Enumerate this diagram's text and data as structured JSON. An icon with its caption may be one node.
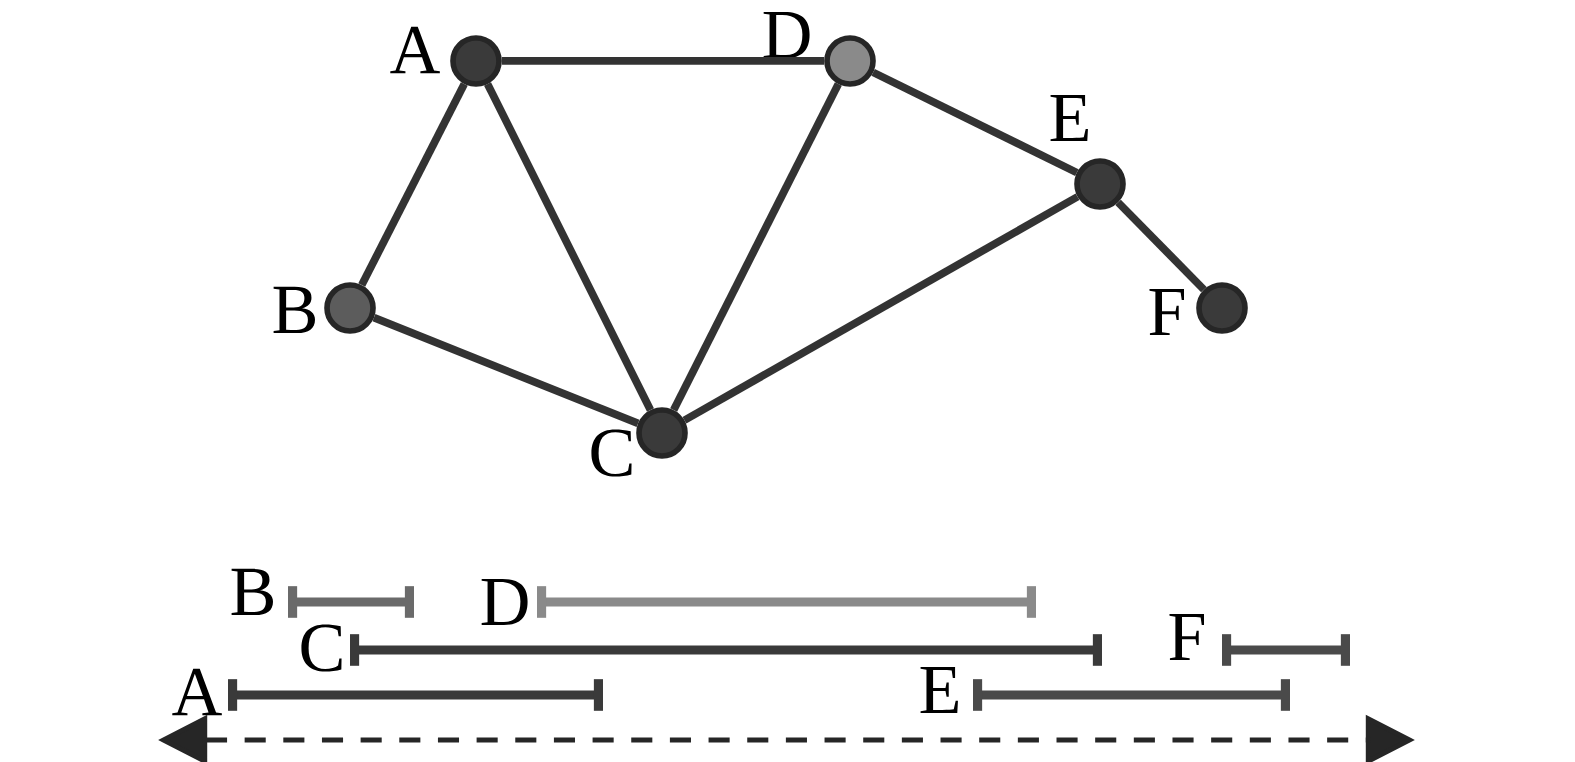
{
  "diagram": {
    "nodes": [
      {
        "text": [],
        "shape": "circle",
        "beside": [
          "A"
        ]
      },
      {
        "text": [],
        "shape": "circle",
        "beside": [
          "B"
        ]
      },
      {
        "text": [],
        "shape": "circle",
        "beside": [
          "C"
        ]
      },
      {
        "text": [],
        "shape": "circle",
        "beside": [
          "D"
        ]
      },
      {
        "text": [],
        "shape": "circle",
        "beside": [
          "E"
        ]
      },
      {
        "text": [],
        "shape": "circle",
        "beside": [
          "F"
        ]
      }
    ],
    "edges": [
      {
        "from": 0,
        "to": 3,
        "arrow": "none"
      },
      {
        "from": 0,
        "to": 1,
        "arrow": "none"
      },
      {
        "from": 0,
        "to": 2,
        "arrow": "none"
      },
      {
        "from": 3,
        "to": 2,
        "arrow": "none"
      },
      {
        "from": 3,
        "to": 4,
        "arrow": "none"
      },
      {
        "from": 1,
        "to": 2,
        "arrow": "none"
      },
      {
        "from": 2,
        "to": 4,
        "arrow": "none"
      },
      {
        "from": 4,
        "to": 5,
        "arrow": "none"
      }
    ],
    "labels": [
      "B",
      "D",
      "C",
      "F",
      "A",
      "E"
    ]
  }
}
